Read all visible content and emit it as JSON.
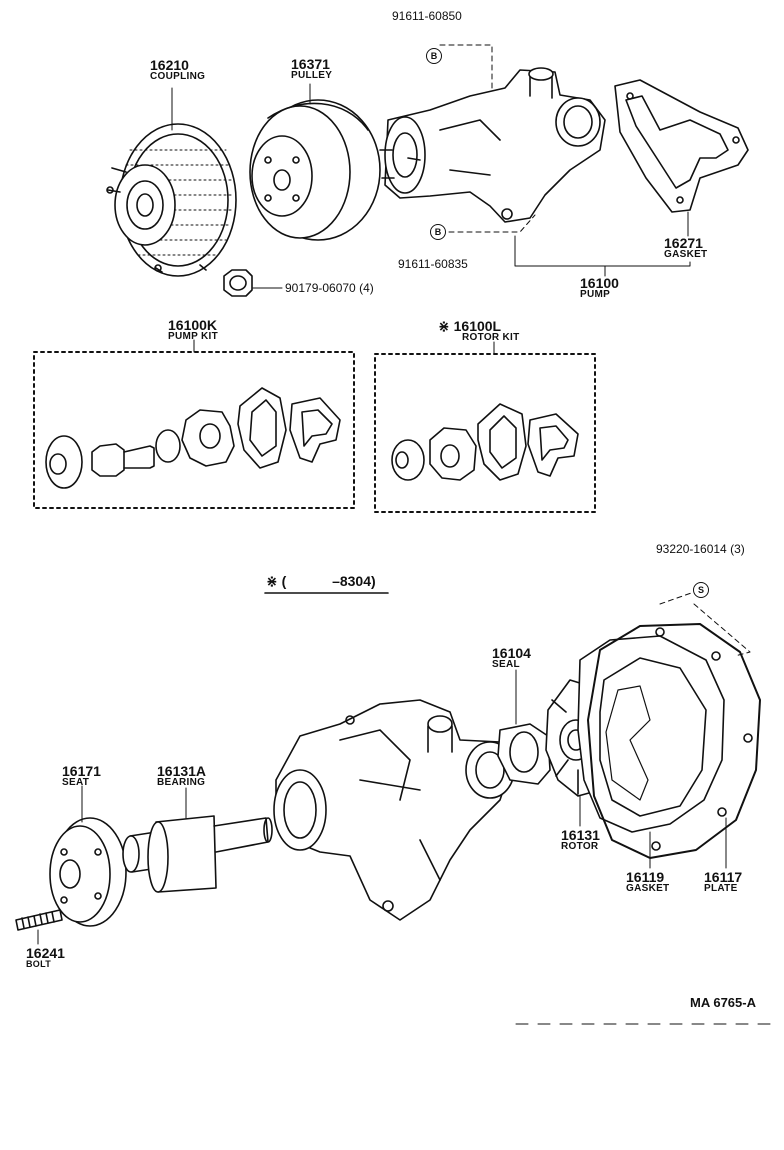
{
  "parts": {
    "coupling": {
      "number": "16210",
      "name": "COUPLING"
    },
    "pulley": {
      "number": "16371",
      "name": "PULLEY"
    },
    "stud_top": {
      "number": "91611-60850",
      "marker": "B"
    },
    "stud_bottom": {
      "number": "91611-60835",
      "marker": "B"
    },
    "nut": {
      "number": "90179-06070 (4)"
    },
    "gasket_top": {
      "number": "16271",
      "name": "GASKET"
    },
    "pump": {
      "number": "16100",
      "name": "PUMP"
    },
    "pump_kit": {
      "number": "16100K",
      "name": "PUMP KIT"
    },
    "rotor_kit": {
      "mark": "⋇",
      "number": "16100L",
      "name": "ROTOR KIT"
    },
    "screw": {
      "number": "93220-16014 (3)",
      "marker": "S"
    },
    "seal": {
      "number": "16104",
      "name": "SEAL"
    },
    "seat": {
      "number": "16171",
      "name": "SEAT"
    },
    "bearing": {
      "number": "16131A",
      "name": "BEARING"
    },
    "rotor": {
      "number": "16131",
      "name": "ROTOR"
    },
    "gasket_bottom": {
      "number": "16119",
      "name": "GASKET"
    },
    "plate": {
      "number": "16117",
      "name": "PLATE"
    },
    "bolt": {
      "number": "16241",
      "name": "BOLT"
    }
  },
  "range_note": {
    "mark": "⋇",
    "open": "(",
    "value": "–8304)"
  },
  "figure_code": "MA  6765-A"
}
